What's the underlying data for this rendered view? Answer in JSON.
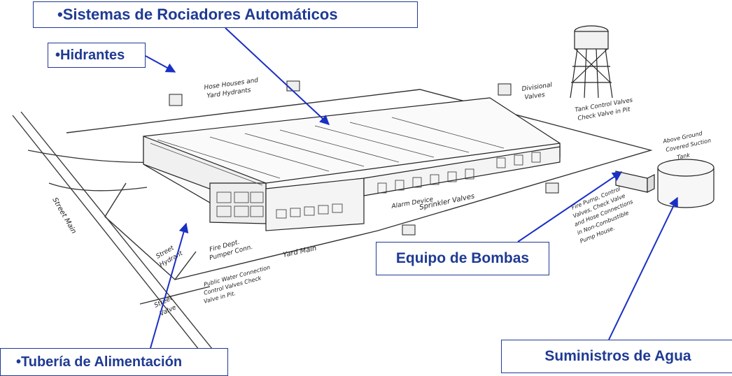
{
  "callouts": {
    "sistemas": "•Sistemas de Rociadores Automáticos",
    "hidrantes": "•Hidrantes",
    "bombas": "Equipo de Bombas",
    "tuberia": "•Tubería de Alimentación",
    "suministros": "Suministros de Agua"
  },
  "sketch_labels": {
    "hose_houses_1": "Hose Houses and",
    "hose_houses_2": "Yard Hydrants",
    "divisional_1": "Divisional",
    "divisional_2": "Valves",
    "tank_control_1": "Tank Control Valves",
    "tank_control_2": "Check Valve in Pit",
    "above_ground_1": "Above Ground",
    "above_ground_2": "Covered Suction",
    "above_ground_3": "Tank",
    "fire_pump_1": "Fire Pump, Control",
    "fire_pump_2": "Valves, Check Valve",
    "fire_pump_3": "and Hose Connections",
    "fire_pump_4": "in Non-Combustible",
    "fire_pump_5": "Pump House.",
    "alarm_device": "Alarm Device",
    "sprinkler_valves": "Sprinkler Valves",
    "street_main": "Street Main",
    "yard_main": "Yard Main",
    "street_hydrant_1": "Street",
    "street_hydrant_2": "Hydrant",
    "fire_dept_1": "Fire Dept.",
    "fire_dept_2": "Pumper Conn.",
    "public_water_1": "Public Water Connection",
    "public_water_2": "Control Valves Check",
    "public_water_3": "Valve in Pit.",
    "street_valve_1": "Street",
    "street_valve_2": "Valve"
  },
  "colors": {
    "callout": "#1f3a93",
    "arrow": "#1a2fc4",
    "sketch": "#222222"
  }
}
